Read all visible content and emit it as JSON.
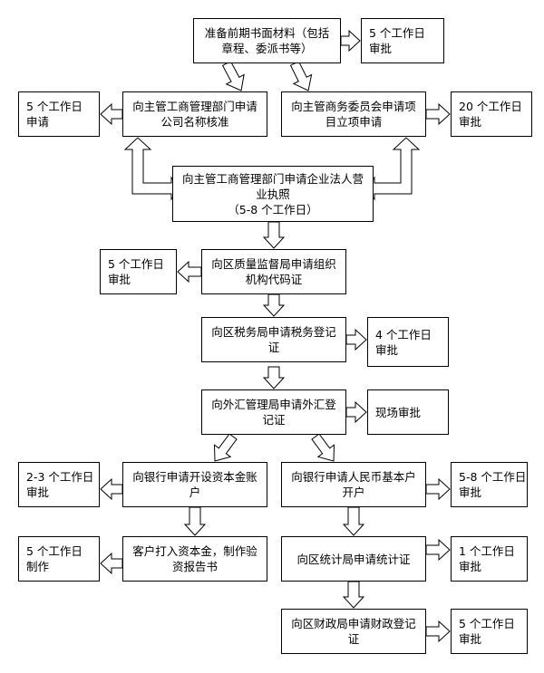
{
  "nodes": {
    "prepare": "准备前期书面材料（包括\n章程、委派书等）",
    "prepare_time": "5 个工作日\n审批",
    "name_check": "向主管工商管理部门申请\n公司名称核准",
    "name_check_time": "5 个工作日\n申请",
    "commerce": "向主管商务委员会申请项\n目立项申请",
    "commerce_time": "20 个工作日\n审批",
    "license": "向主管工商管理部门申请企业法人营\n业执照\n（5-8 个工作日）",
    "org_code": "向区质量监督局申请组织\n机构代码证",
    "org_code_time": "5 个工作日\n审批",
    "tax": "向区税务局申请税务登记\n证",
    "tax_time": "4 个工作日\n审批",
    "forex": "向外汇管理局申请外汇登\n记证",
    "forex_time": "现场审批",
    "capital_account": "向银行申请开设资本金账\n户",
    "capital_account_time": "2-3 个工作日\n审批",
    "rmb_account": "向银行申请人民币基本户\n开户",
    "rmb_account_time": "5-8 个工作日\n审批",
    "verify": "客户打入资本金，制作验\n资报告书",
    "verify_time": "5 个工作日\n制作",
    "stats": "向区统计局申请统计证",
    "stats_time": "1 个工作日\n审批",
    "finance": "向区财政局申请财政登记\n证",
    "finance_time": "5 个工作日\n审批"
  }
}
